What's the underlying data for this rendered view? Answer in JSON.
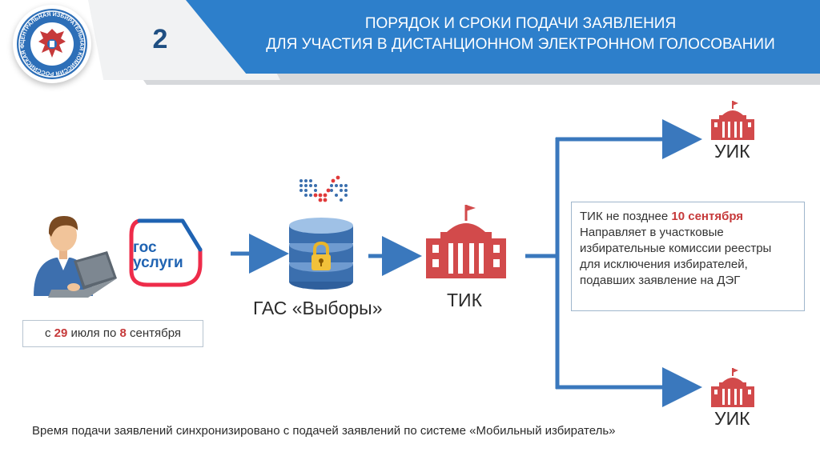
{
  "header": {
    "slide_number": "2",
    "title_line1": "ПОРЯДОК И СРОКИ ПОДАЧИ ЗАЯВЛЕНИЯ",
    "title_line2": "ДЛЯ УЧАСТИЯ В ДИСТАНЦИОННОМ ЭЛЕКТРОННОМ ГОЛОСОВАНИИ"
  },
  "emblem": {
    "ring_text": "ЦЕНТРАЛЬНАЯ ИЗБИРАТЕЛЬНАЯ КОМИССИЯ РОССИЙСКАЯ ФЕДЕРАЦИЯ"
  },
  "gosuslugi": {
    "line1": "гос",
    "line2": "услуги"
  },
  "date_box": {
    "prefix": "с ",
    "start_day": "29",
    "middle": " июля по ",
    "end_day": "8",
    "suffix": " сентября"
  },
  "gas_label": "ГАС «Выборы»",
  "tik_label": "ТИК",
  "uik_top_label": "УИК",
  "uik_bottom_label": "УИК",
  "info_box": {
    "prefix": "ТИК не позднее ",
    "deadline": "10 сентября",
    "body": "Направляет в участковые избирательные комиссии реестры для исключения избирателей, подавших заявление на ДЭГ"
  },
  "footer_text": "Время подачи заявлений синхронизировано с подачей заявлений по системе «Мобильный избиратель»",
  "colors": {
    "header_blue": "#2d7fcb",
    "arrow_blue": "#3a78bd",
    "accent_red": "#c6393a",
    "building_red": "#d24a4b",
    "database_blue": "#3b6fae"
  }
}
